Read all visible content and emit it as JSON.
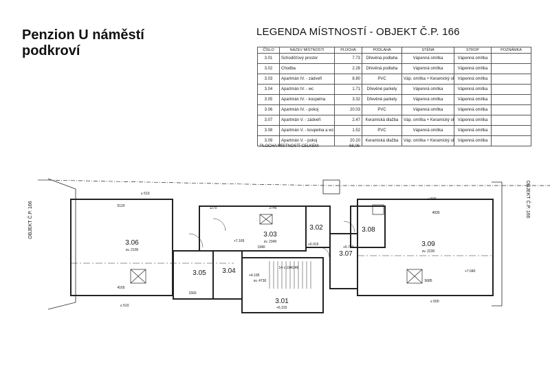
{
  "title": {
    "line1": "Penzion U náměstí",
    "line2": "podkroví"
  },
  "legend": {
    "title": "LEGENDA MÍSTNOSTÍ - OBJEKT Č.P. 166",
    "headers": [
      "ČÍSLO",
      "NÁZEV MÍSTNOSTI",
      "PLOCHA",
      "PODLAHA",
      "STĚNA",
      "STROP",
      "POZNÁMKA"
    ],
    "rows": [
      {
        "cislo": "3.01",
        "nazev": "Schodišťový prostor",
        "plocha": "7.73",
        "podlaha": "Dřevěná podlaha",
        "stena": "Vápenná omítka",
        "strop": "Vápenná omítka",
        "poznamka": ""
      },
      {
        "cislo": "3.02",
        "nazev": "Chodba",
        "plocha": "2.28",
        "podlaha": "Dřevěná podlaha",
        "stena": "Vápenná omítka",
        "strop": "Vápenná omítka",
        "poznamka": ""
      },
      {
        "cislo": "3.03",
        "nazev": "Apartmán IV. - zádveří",
        "plocha": "8.80",
        "podlaha": "PVC",
        "stena": "Váp. omítka + Keramický obklad",
        "strop": "Vápenná omítka",
        "poznamka": ""
      },
      {
        "cislo": "3.04",
        "nazev": "Apartmán IV. - wc",
        "plocha": "1.71",
        "podlaha": "Dřevěné parkety",
        "stena": "Vápenná omítka",
        "strop": "Vápenná omítka",
        "poznamka": ""
      },
      {
        "cislo": "3.05",
        "nazev": "Apartmán IV. - koupelna",
        "plocha": "3.32",
        "podlaha": "Dřevěné parkety",
        "stena": "Vápenná omítka",
        "strop": "Vápenná omítka",
        "poznamka": ""
      },
      {
        "cislo": "3.06",
        "nazev": "Apartmán IV. - pokoj",
        "plocha": "20.03",
        "podlaha": "PVC",
        "stena": "Vápenná omítka",
        "strop": "Vápenná omítka",
        "poznamka": ""
      },
      {
        "cislo": "3.07",
        "nazev": "Apartmán V. - zádveří",
        "plocha": "2.47",
        "podlaha": "Keramická dlažba",
        "stena": "Váp. omítka + Keramický obklad",
        "strop": "Vápenná omítka",
        "poznamka": ""
      },
      {
        "cislo": "3.08",
        "nazev": "Apartmán V. - koupelna a wc",
        "plocha": "1.52",
        "podlaha": "PVC",
        "stena": "Vápenná omítka",
        "strop": "Vápenná omítka",
        "poznamka": ""
      },
      {
        "cislo": "3.09",
        "nazev": "Apartmán V. - pokoj",
        "plocha": "20.20",
        "podlaha": "Keramická dlažba",
        "stena": "Váp. omítka + Keramický obklad",
        "strop": "Vápenná omítka",
        "poznamka": ""
      }
    ],
    "total_label": "PLOCHA MÍSTNOSTÍ CELKEM:",
    "total_value": "68,06"
  },
  "plan": {
    "building_label_left": "OBJEKT Č.P. 166",
    "building_label_right": "OBJEKT Č.P. 166",
    "rooms": {
      "r306": "3.06",
      "r305": "3.05",
      "r304": "3.04",
      "r303": "3.03",
      "r302": "3.02",
      "r301": "3.01",
      "r307": "3.07",
      "r308": "3.08",
      "r309": "3.09"
    },
    "heights": {
      "h306": "sv. 2100",
      "h303": "sv. 2340",
      "h309": "sv. 2230",
      "h301": "sv. 4730",
      "stair": "14 x 194/246"
    },
    "dims": {
      "top306": "5120",
      "top309": "4935",
      "bot306": "4165",
      "bot309": "5685",
      "d2745": "2745",
      "d1170": "1170",
      "d1940": "1940",
      "d1560": "1560"
    },
    "levels": {
      "l1": "+7.165",
      "l2": "+6.915",
      "l3": "+6.720",
      "l4": "+4.195",
      "l5": "+6.315",
      "l6": "+7.040"
    },
    "roof": {
      "left": "≤ 510",
      "right": "≤ 500",
      "bl": "≤ 510",
      "br": "≤ 500"
    }
  }
}
